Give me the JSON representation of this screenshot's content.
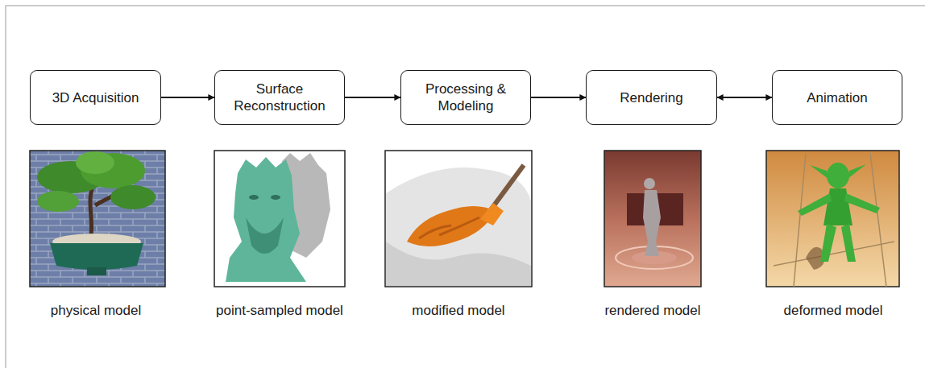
{
  "diagram": {
    "nodes": [
      {
        "text": [
          "3D Acquisition"
        ]
      },
      {
        "text": [
          "Surface Reconstruction"
        ]
      },
      {
        "text": [
          "Processing & Modeling"
        ]
      },
      {
        "text": [
          "Rendering"
        ]
      },
      {
        "text": [
          "Animation"
        ]
      }
    ],
    "edges": [
      {
        "from": 0,
        "to": 1,
        "arrow": "to"
      },
      {
        "from": 1,
        "to": 2,
        "arrow": "to"
      },
      {
        "from": 2,
        "to": 3,
        "arrow": "to"
      },
      {
        "from": 3,
        "to": 4,
        "arrow": "both"
      }
    ],
    "labels": [
      "physical model",
      "point-sampled model",
      "modified model",
      "rendered model",
      "deformed model"
    ]
  }
}
